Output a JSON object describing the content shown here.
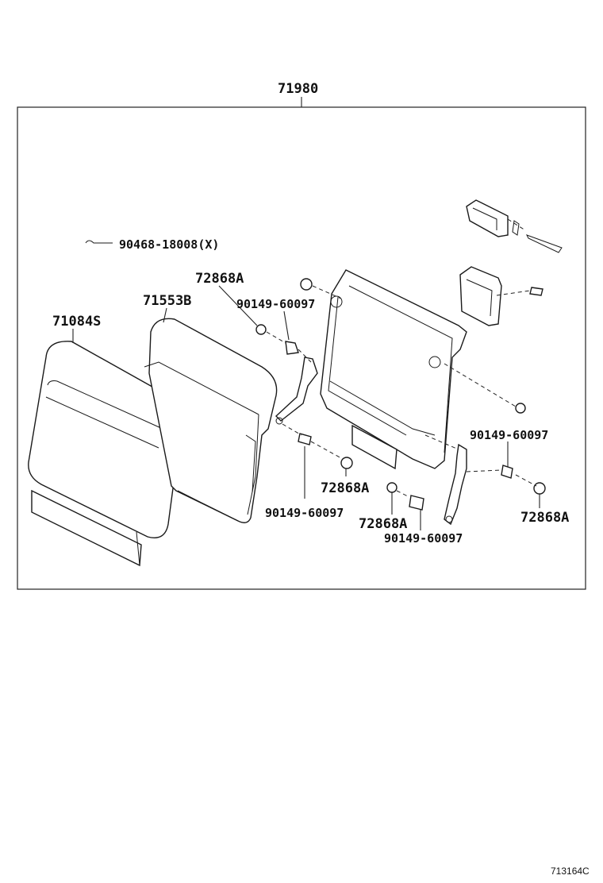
{
  "assembly": {
    "number": "71980"
  },
  "callouts": {
    "cushion_pad": "71084S",
    "seat_cover": "71553B",
    "cap_upper": "72868A",
    "screw_upper": "90149-60097",
    "clip": "90468-18008(X)",
    "screw_right": "90149-60097",
    "cap_center": "72868A",
    "screw_left_bottom": "90149-60097",
    "cap_bottom": "72868A",
    "screw_bottom": "90149-60097",
    "cap_right": "72868A"
  },
  "footer": {
    "ref_code": "713164C"
  }
}
